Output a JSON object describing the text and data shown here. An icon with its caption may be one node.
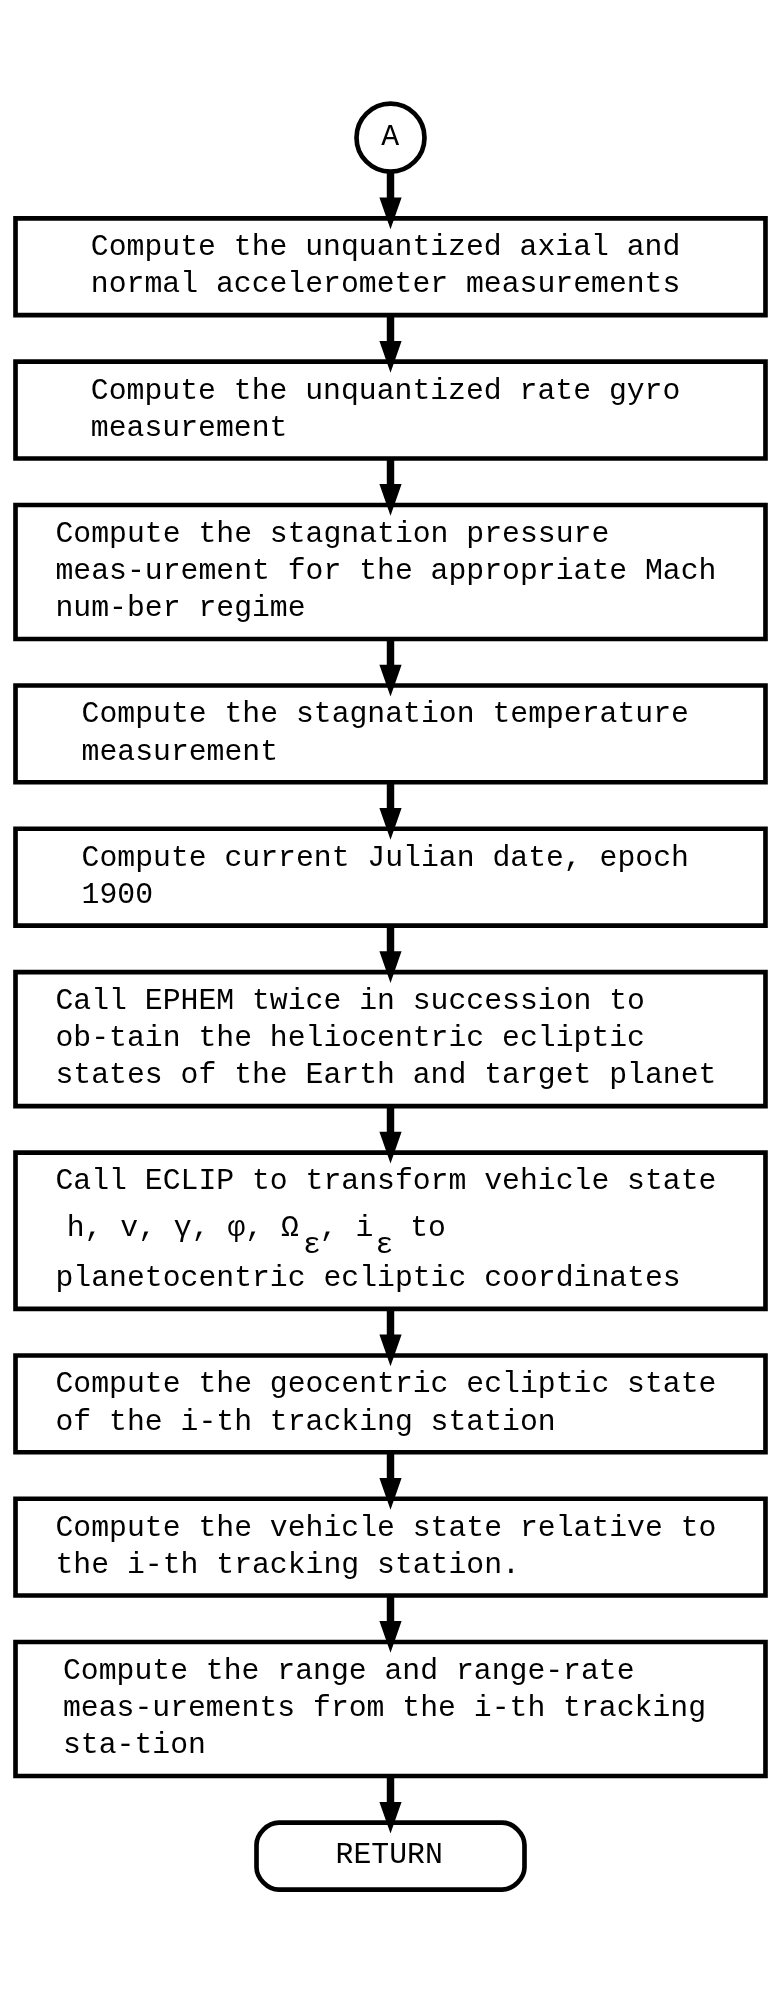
{
  "diagram": {
    "nodes": [
      {
        "text": [
          "A"
        ]
      },
      {
        "text": [
          "Compute the unquantized axial and normal accelerometer measurements"
        ]
      },
      {
        "text": [
          "Compute the unquantized rate gyro measurement"
        ]
      },
      {
        "text": [
          "Compute the stagnation pressure meas-urement for the appropriate Mach num-ber regime"
        ]
      },
      {
        "text": [
          "Compute the stagnation temperature measurement"
        ]
      },
      {
        "text": [
          "Compute current Julian date, epoch 1900"
        ]
      },
      {
        "text": [
          "Call EPHEM twice in succession to ob-tain the heliocentric ecliptic states of the Earth and target planet"
        ]
      },
      {
        "text": [
          "Call ECLIP to transform vehicle state h, v, γ, φ, Ω$_{ε}$, i$_{ε}$ to planetocentric ecliptic coordinates"
        ]
      },
      {
        "text": [
          "Compute the geocentric ecliptic state of the i-th tracking station"
        ]
      },
      {
        "text": [
          "Compute the vehicle state relative to the i-th tracking station."
        ]
      },
      {
        "text": [
          "Compute the range and range-rate meas-urements from the i-th tracking sta-tion"
        ]
      },
      {
        "text": [
          "RETURN"
        ]
      }
    ],
    "edges": [
      {
        "from": 0,
        "to": 1,
        "arrow": "to"
      },
      {
        "from": 1,
        "to": 2,
        "arrow": "to"
      },
      {
        "from": 2,
        "to": 3,
        "arrow": "to"
      },
      {
        "from": 3,
        "to": 4,
        "arrow": "to"
      },
      {
        "from": 4,
        "to": 5,
        "arrow": "to"
      },
      {
        "from": 5,
        "to": 6,
        "arrow": "to"
      },
      {
        "from": 6,
        "to": 7,
        "arrow": "to"
      },
      {
        "from": 7,
        "to": 8,
        "arrow": "to"
      },
      {
        "from": 8,
        "to": 9,
        "arrow": "to"
      },
      {
        "from": 9,
        "to": 10,
        "arrow": "to"
      },
      {
        "from": 10,
        "to": 11,
        "arrow": "to"
      }
    ]
  }
}
